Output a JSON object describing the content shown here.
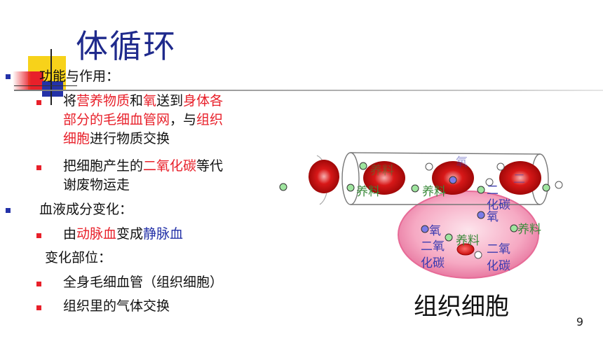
{
  "slide": {
    "title": "体循环",
    "page_number": "9",
    "function_heading": "功能与作用：",
    "item1": {
      "p1": "将",
      "p2": "营养物质",
      "p3": "和",
      "p4": "氧",
      "p5": "送到",
      "p6": "身体各",
      "line2a": "部分的毛细血管网",
      "line2b": "，与",
      "line2c": "组织",
      "line3a": "细胞",
      "line3b": "进行物质交换"
    },
    "item2": {
      "p1": "把细胞产生的",
      "p2": "二氧化碳",
      "p3": "等代",
      "line2": "谢废物运走"
    },
    "blood_heading": "血液成分变化：",
    "item3": {
      "p1": "由",
      "p2": "动脉血",
      "p3": "变成",
      "p4": "静脉血"
    },
    "location_heading": "变化部位：",
    "item4": "全身毛细血管（组织细胞）",
    "item5": "组织里的气体交换",
    "caption": "组织细胞",
    "diagram_labels": {
      "nutrient": "养料",
      "oxygen": "氧",
      "co2_line1": "二氧",
      "co2_line2": "化碳",
      "co2_a": "二",
      "co2_b": "化碳"
    },
    "colors": {
      "title": "#1f2a8c",
      "red": "#e8202a",
      "blue": "#2432a8",
      "green": "#3a8a3a"
    }
  }
}
